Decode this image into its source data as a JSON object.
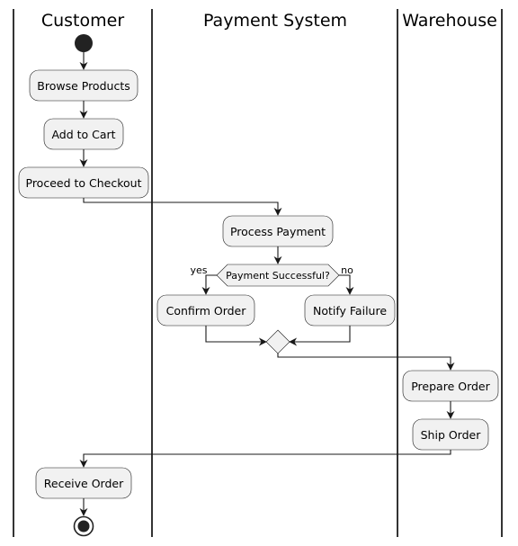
{
  "lanes": [
    {
      "id": "customer",
      "title": "Customer"
    },
    {
      "id": "payment",
      "title": "Payment System"
    },
    {
      "id": "warehouse",
      "title": "Warehouse"
    }
  ],
  "activities": {
    "browse": "Browse Products",
    "cart": "Add to Cart",
    "checkout": "Proceed to Checkout",
    "process": "Process Payment",
    "confirm": "Confirm Order",
    "notify": "Notify Failure",
    "prepare": "Prepare Order",
    "ship": "Ship Order",
    "receive": "Receive Order"
  },
  "decision": {
    "question": "Payment Successful?",
    "yes_label": "yes",
    "no_label": "no"
  },
  "colors": {
    "node_fill": "#f1f1f1",
    "node_stroke": "#181818",
    "start_node": "#222222"
  }
}
